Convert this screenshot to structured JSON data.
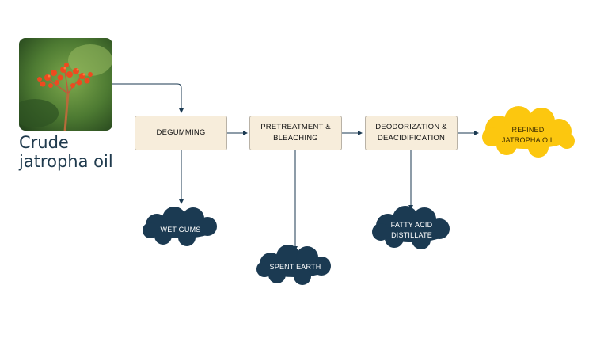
{
  "source": {
    "line1": "Crude",
    "line2": "jatropha oil",
    "image": "jatropha-flower-photo"
  },
  "steps": [
    {
      "line1": "DEGUMMING",
      "line2": ""
    },
    {
      "line1": "PRETREATMENT &",
      "line2": "BLEACHING"
    },
    {
      "line1": "DEODORIZATION &",
      "line2": "DEACIDIFICATION"
    }
  ],
  "byproducts": [
    {
      "line1": "WET GUMS",
      "line2": ""
    },
    {
      "line1": "SPENT EARTH",
      "line2": ""
    },
    {
      "line1": "FATTY ACID",
      "line2": "DISTILLATE"
    }
  ],
  "product": {
    "line1": "REFINED",
    "line2": "JATROPHA OIL"
  },
  "colors": {
    "step_fill": "#f7eddb",
    "byproduct_cloud": "#1b3a52",
    "product_cloud": "#fcc70f",
    "arrow": "#1b3a52",
    "source_text": "#1f3a4d"
  }
}
